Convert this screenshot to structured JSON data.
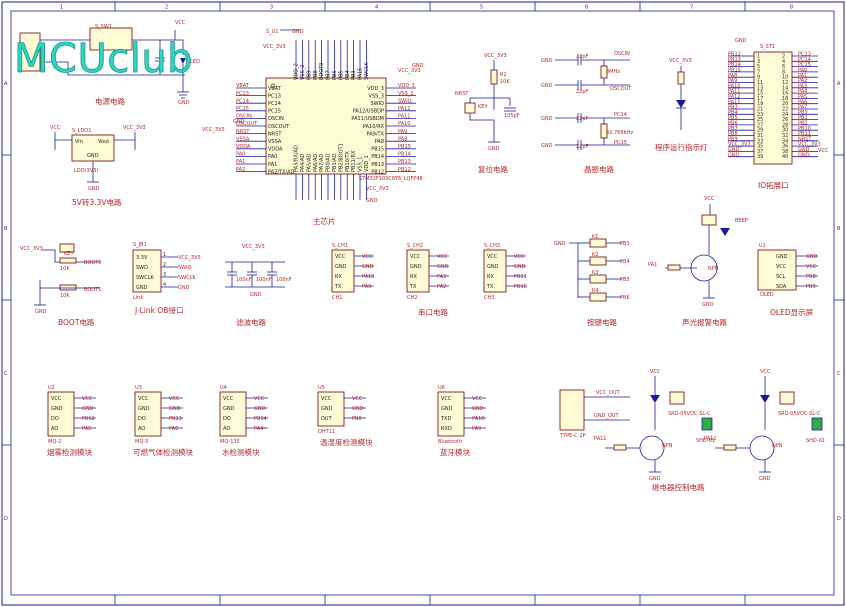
{
  "logo": {
    "text": "MCUclub"
  },
  "colors": {
    "wire": "#1b1b9a",
    "label": "#b3262a",
    "component_fill": "#fffbd4",
    "logo": "#30d3c0"
  },
  "frame": {
    "top_numbers": [
      "1",
      "2",
      "3",
      "4",
      "5",
      "6",
      "7",
      "8"
    ],
    "side_letters": [
      "A",
      "B",
      "C",
      "D"
    ]
  },
  "titles": {
    "power": "电源电路",
    "ldo": "5V转3.3V电路",
    "mcu": "主芯片",
    "reset": "复位电路",
    "crystal": "晶振电路",
    "run_led": "程序运行指示灯",
    "io": "IO拓展口",
    "boot": "BOOT电路",
    "jlink": "J-Link OB接口",
    "filter": "滤波电路",
    "serial": "串口电路",
    "keys": "按键电路",
    "alarm": "声光报警电路",
    "oled": "OLED显示屏",
    "smoke": "烟雾检测模块",
    "gas": "可燃气体检测模块",
    "water": "水检测模块",
    "dht": "温湿度检测模块",
    "bt": "蓝牙模块",
    "relay": "继电器控制电路"
  },
  "labels": {
    "vcc33": "VCC_3V3",
    "vcc": "VCC",
    "gnd": "GND",
    "sw": "S_SW1",
    "led": "LED",
    "ldo_ref": "S_LDO1",
    "ldo_vin": "Vin",
    "ldo_vout": "Vout",
    "ldo_gnd": "GND",
    "ldo_part": "LDO(3V3)",
    "mcu_ref": "S_U1",
    "mcu_part": "STM32F103C8T6_LQFP48",
    "mcu_left_pins": [
      "VBAT",
      "PC13",
      "PC14",
      "PC15",
      "OSCIN",
      "OSCOUT",
      "NRST",
      "VSSA",
      "VDDA",
      "PA0",
      "PA1",
      "PA2/TX/AD"
    ],
    "mcu_right_pins": [
      "VDD_3",
      "VSS_3",
      "SWIO",
      "PA12/USBDP",
      "PA11/USBDM",
      "PA10/RX",
      "PA9/TX",
      "PA8",
      "PB15",
      "PB14",
      "PB13",
      "PB12"
    ],
    "mcu_top_pins": [
      "VDD_2",
      "VSS_2",
      "PB9",
      "PB8",
      "BOOT0",
      "PB7",
      "PB6",
      "PB5",
      "PB4",
      "PB3",
      "PA15",
      "SWCLK"
    ],
    "mcu_bottom_pins": [
      "PA3/RX/AD",
      "PA4/AD",
      "PA5/AD",
      "PA6/AD",
      "PA7/AD",
      "PB0/AD",
      "PB1/AD",
      "PB2/BOOT1",
      "PB10/TX",
      "PB11/RX",
      "VSS_1",
      "VDD_1"
    ],
    "nrst": "NRST",
    "reset_key": "KEY",
    "reset_r": "R2",
    "reset_r_val": "10K",
    "reset_c_val": "105pF",
    "osc_in": "OSCIN",
    "osc_out": "OSCOUT",
    "osc32_in": "PC14",
    "osc32_out": "PC15",
    "cap_22p": "22pF",
    "xtal_8m": "8MHz",
    "xtal_32k": "32.768KHz",
    "io_ref": "S_ST1",
    "io_pins_left": [
      "PB12",
      "PB13",
      "PB14",
      "PB15",
      "PA8",
      "PA9",
      "PA10",
      "PA11",
      "PA12",
      "PA15",
      "PB3",
      "PB4",
      "PB5",
      "PB6",
      "PB7",
      "PB8",
      "PB9",
      "VCC_3V3",
      "GND",
      "GND"
    ],
    "io_pins_right": [
      "PC13",
      "PC14",
      "PC15",
      "PA0",
      "PA1",
      "PA2",
      "PA3",
      "PA4",
      "PA5",
      "PA6",
      "PA7",
      "PB0",
      "PB1",
      "PB2",
      "PB10",
      "PB11",
      "NRST",
      "VCC_3V3",
      "GND",
      "GND"
    ],
    "boot0": "BOOT0",
    "boot1": "BOOT1",
    "r_10k": "10K",
    "jlink_ref": "S_JB1",
    "jlink_pins": [
      "3.3V",
      "SWD",
      "SWCLK",
      "GND"
    ],
    "jlink_nets": [
      "VCC_3V3",
      "SWIO",
      "SWCLK",
      "GND"
    ],
    "jlink_name": "Link",
    "filter_caps": [
      "100nF",
      "100nF",
      "100nF"
    ],
    "ch_refs": [
      "S_CH1",
      "S_CH2",
      "S_CH3"
    ],
    "ch_pins": [
      "VCC",
      "GND",
      "RX",
      "TX"
    ],
    "ch1_nets": [
      "VCC",
      "GND",
      "PA10",
      "PA9"
    ],
    "ch2_nets": [
      "VCC",
      "GND",
      "PA3",
      "PA2"
    ],
    "ch3_nets": [
      "VCC",
      "GND",
      "PB11",
      "PB10"
    ],
    "ch_names": [
      "CH1",
      "CH2",
      "CH3"
    ],
    "keys": [
      "K1",
      "K2",
      "K3",
      "K4"
    ],
    "key_nets": [
      "PB3",
      "PB4",
      "PB5",
      "PB6"
    ],
    "buzzer": "BEEP",
    "alarm_net": "PA1",
    "npn": "NPN",
    "oled_ref": "U1",
    "oled_pins": [
      "GND",
      "VCC",
      "SCL",
      "SDA"
    ],
    "oled_nets": [
      "GND",
      "VCC",
      "PB8",
      "PB9"
    ],
    "oled_name": "OLED",
    "mod_pins": [
      "VCC",
      "GND",
      "DO",
      "AO"
    ],
    "smoke_nets": [
      "VCC",
      "GND",
      "PB12",
      "PA5"
    ],
    "gas_nets": [
      "VCC",
      "GND",
      "PB13",
      "PA6"
    ],
    "water_nets": [
      "VCC",
      "GND",
      "PB14",
      "PA4"
    ],
    "dht_pins": [
      "VCC",
      "GND",
      "OUT"
    ],
    "dht_nets": [
      "VCC",
      "GND",
      "PB0"
    ],
    "bt_pins": [
      "VCC",
      "GND",
      "TXD",
      "RXD"
    ],
    "bt_nets": [
      "VCC",
      "GND",
      "PA10",
      "PA9"
    ],
    "mod_refs": [
      "U2",
      "U3",
      "U4",
      "U5",
      "U6"
    ],
    "mod_names": [
      "MQ-2",
      "MQ-5",
      "MQ-135",
      "DHT11",
      "Bluetooth"
    ],
    "typec": "TYPE-C-2P",
    "vcc_out": "VCC_OUT",
    "gnd_out": "GND_OUT",
    "relay1_net": "PA11",
    "relay2_net": "PA12",
    "relay_part": "SRD-05VDC-SL-C",
    "relay_out": "SHD-01"
  }
}
